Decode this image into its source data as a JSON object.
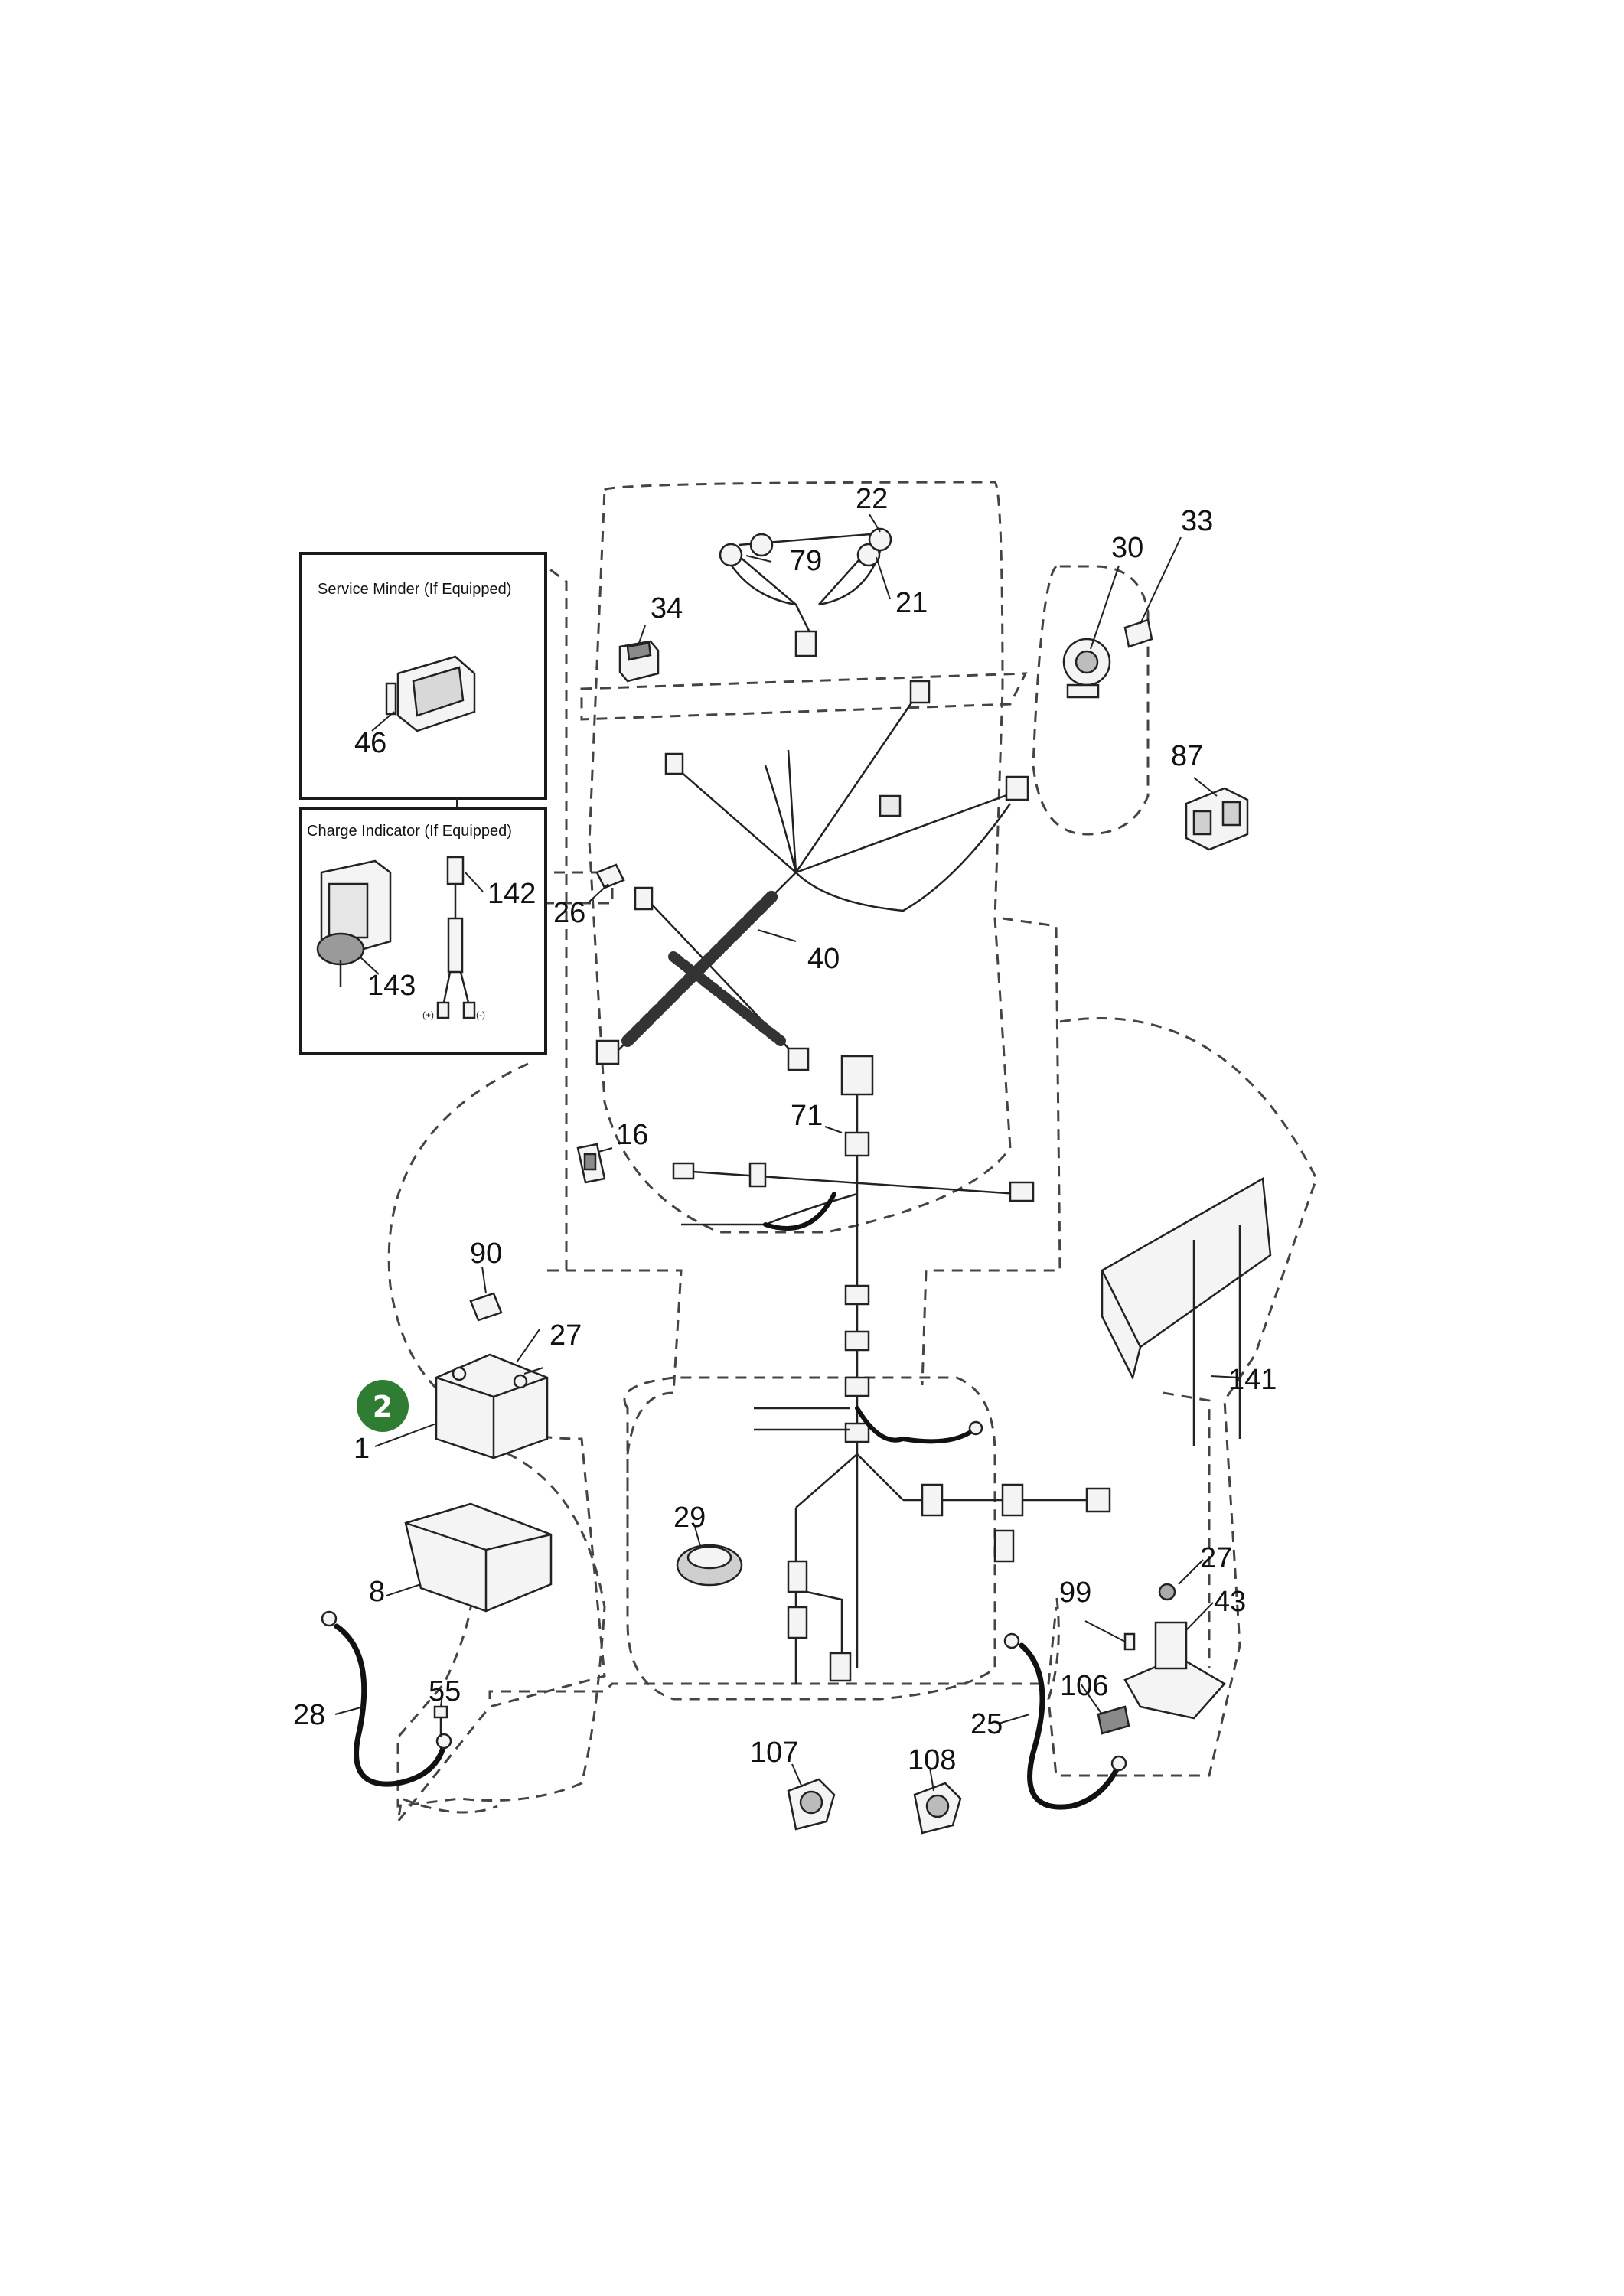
{
  "boxes": {
    "service_minder": "Service Minder (If Equipped)",
    "charge_indicator": "Charge Indicator (If Equipped)",
    "terminal_pos": "(+)",
    "terminal_neg": "(-)"
  },
  "badge": {
    "label": "2",
    "color": "#2e7d32"
  },
  "callouts": {
    "c22": "22",
    "c79": "79",
    "c21": "21",
    "c34": "34",
    "c30": "30",
    "c33": "33",
    "c87": "87",
    "c46": "46",
    "c142": "142",
    "c26": "26",
    "c143": "143",
    "c40": "40",
    "c71": "71",
    "c16": "16",
    "c90": "90",
    "c27a": "27",
    "c1": "1",
    "c141": "141",
    "c29": "29",
    "c8": "8",
    "c27b": "27",
    "c43": "43",
    "c99": "99",
    "c106": "106",
    "c28": "28",
    "c55": "55",
    "c25": "25",
    "c107": "107",
    "c108": "108"
  }
}
